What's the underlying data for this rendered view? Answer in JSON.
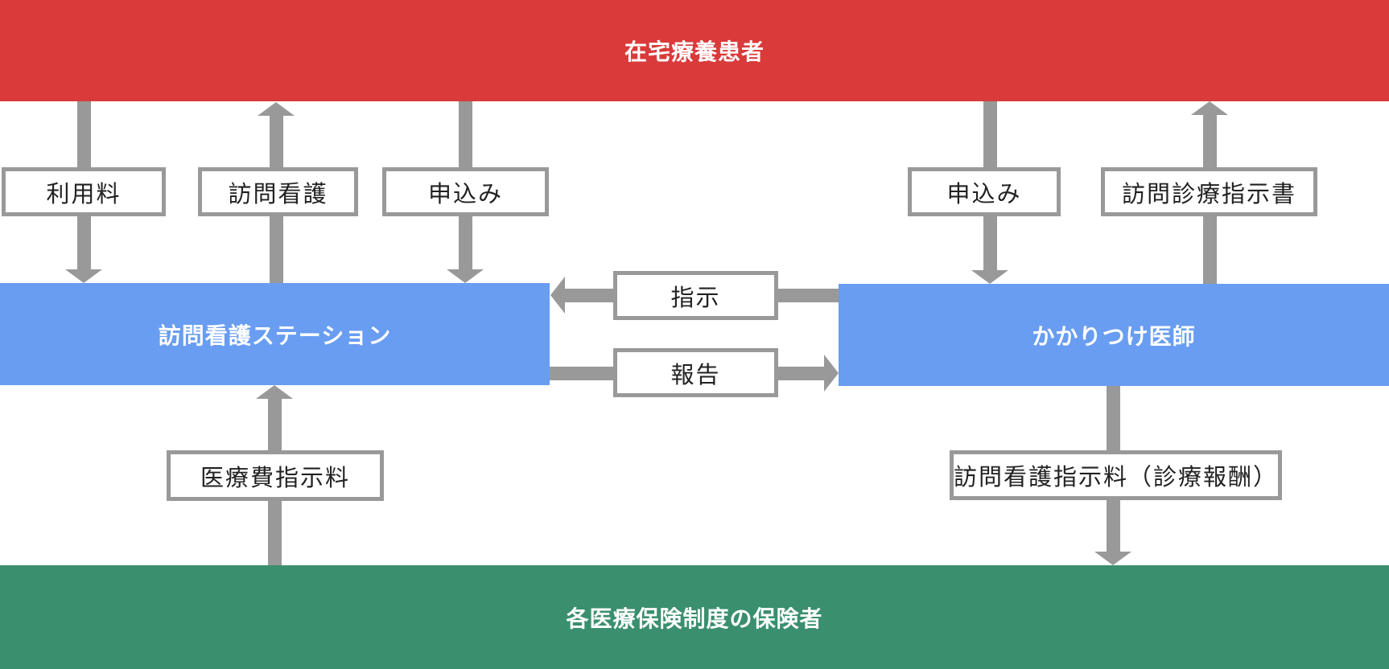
{
  "diagram": {
    "nodes": {
      "patient": {
        "label": "在宅療養患者",
        "color": "#da3a3a"
      },
      "nursing_station": {
        "label": "訪問看護ステーション",
        "color": "#689df1"
      },
      "family_doctor": {
        "label": "かかりつけ医師",
        "color": "#689df1"
      },
      "insurer": {
        "label": "各医療保険制度の保険者",
        "color": "#3a8f6e"
      }
    },
    "edges": {
      "usage_fee": {
        "label": "利用料",
        "from": "patient",
        "to": "nursing_station",
        "direction": "down"
      },
      "visiting_nursing": {
        "label": "訪問看護",
        "from": "nursing_station",
        "to": "patient",
        "direction": "up"
      },
      "application_station": {
        "label": "申込み",
        "from": "patient",
        "to": "nursing_station",
        "direction": "down"
      },
      "application_doctor": {
        "label": "申込み",
        "from": "patient",
        "to": "family_doctor",
        "direction": "down"
      },
      "visit_care_instruction_doc": {
        "label": "訪問診療指示書",
        "from": "family_doctor",
        "to": "patient",
        "direction": "up"
      },
      "instruction": {
        "label": "指示",
        "from": "family_doctor",
        "to": "nursing_station",
        "direction": "left"
      },
      "report": {
        "label": "報告",
        "from": "nursing_station",
        "to": "family_doctor",
        "direction": "right"
      },
      "medical_fee_instruction_fee": {
        "label": "医療費指示料",
        "from": "insurer",
        "to": "nursing_station",
        "direction": "up"
      },
      "visiting_nursing_instruction_fee": {
        "label": "訪問看護指示料（診療報酬）",
        "from": "family_doctor",
        "to": "insurer",
        "direction": "down"
      }
    },
    "colors": {
      "patient_band": "#da3a3a",
      "provider_band": "#689df1",
      "insurer_band": "#3a8f6e",
      "arrow": "#999999",
      "label_border": "#999999",
      "label_text": "#212121",
      "node_text": "#ffffff"
    }
  }
}
